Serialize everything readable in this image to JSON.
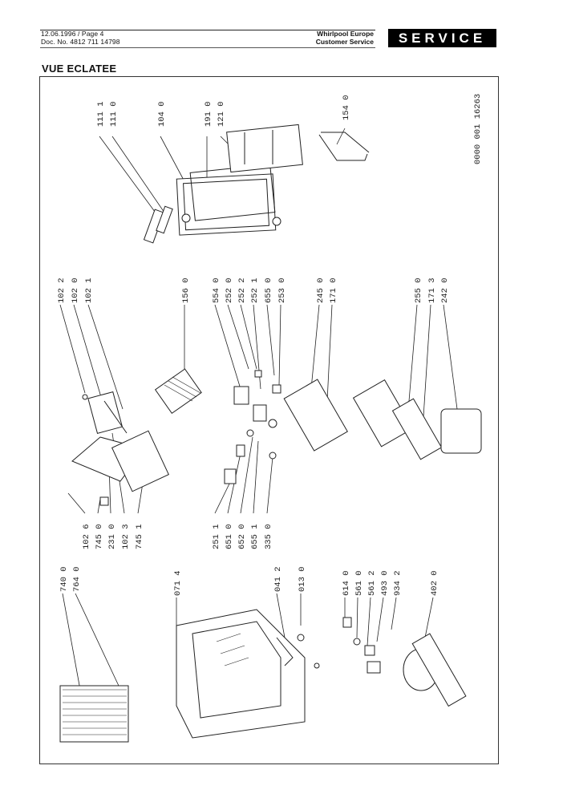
{
  "header": {
    "date_page": "12.06.1996 / Page 4",
    "doc_no": "Doc. No. 4812 711 14798",
    "company_line1": "Whirlpool Europe",
    "company_line2": "Customer Service",
    "badge": "SERVICE"
  },
  "title": "VUE ECLATEE",
  "drawing_number": "0000 001 16263",
  "part_labels": {
    "g_top_right": [
      "111 1",
      "111 0",
      "104 0",
      "191 0",
      "121 0",
      "154 0"
    ],
    "g_middle_right": [
      "102 2",
      "102 0",
      "102 1",
      "156 0",
      "554 0",
      "252 0",
      "252 2",
      "252 1",
      "655 0",
      "253 0",
      "245 0",
      "171 0",
      "255 0",
      "171 3",
      "242 0"
    ],
    "g_middle_left": [
      "102 6",
      "745 0",
      "231 0",
      "102 3",
      "745 1",
      "251 1",
      "651 0",
      "652 0",
      "655 1",
      "335 0"
    ],
    "g_bottom": [
      "740 0",
      "764 0",
      "071 4",
      "041 2",
      "013 0",
      "614 0",
      "561 0",
      "561 2",
      "493 0",
      "934 2",
      "402 0"
    ]
  }
}
